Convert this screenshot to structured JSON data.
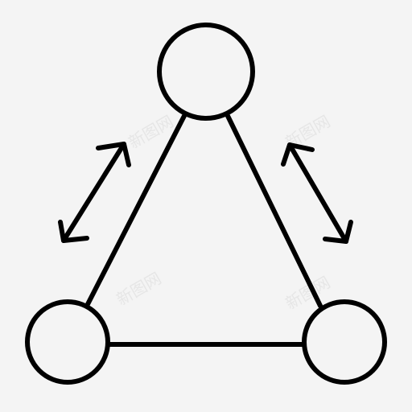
{
  "colors": {
    "background": "#f4f4f4",
    "stroke": "#000000",
    "watermark": "#e6e6e6"
  },
  "icon": {
    "name": "network-triangle-icon",
    "nodes": [
      "top-node",
      "bottom-left-node",
      "bottom-right-node"
    ],
    "arrows": [
      "left-bidirectional-arrow",
      "right-bidirectional-arrow"
    ]
  },
  "watermark": {
    "text": "新图网"
  }
}
